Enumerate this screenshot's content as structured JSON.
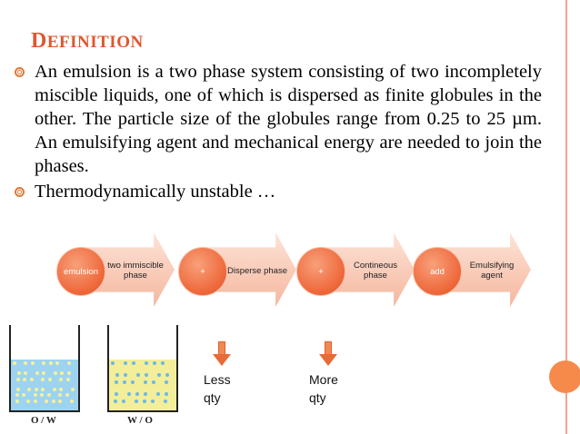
{
  "slide": {
    "title_first": "D",
    "title_rest": "EFINITION",
    "bullets": [
      "An emulsion is a two phase system consisting of two incompletely miscible liquids, one of which is dispersed as finite globules in the other. The particle size of the globules range from 0.25 to 25 µm. An emulsifying agent and mechanical energy are needed to join the phases.",
      "Thermodynamically unstable …"
    ]
  },
  "flow": [
    {
      "circle": "emulsion",
      "arrow": "two immiscible phase"
    },
    {
      "circle": "+",
      "arrow": "Disperse phase"
    },
    {
      "circle": "+",
      "arrow": "Contineous phase"
    },
    {
      "circle": "add",
      "arrow": "Emulsifying agent"
    }
  ],
  "beakers": [
    {
      "label": "O / W"
    },
    {
      "label": "W / O"
    }
  ],
  "quantities": [
    {
      "line1": "Less",
      "line2": "qty"
    },
    {
      "line1": "More",
      "line2": "qty"
    }
  ],
  "colors": {
    "title": "#e0572e",
    "accent": "#ef6a3d",
    "water": "#9dd3f0",
    "oil": "#f2ee9a"
  }
}
